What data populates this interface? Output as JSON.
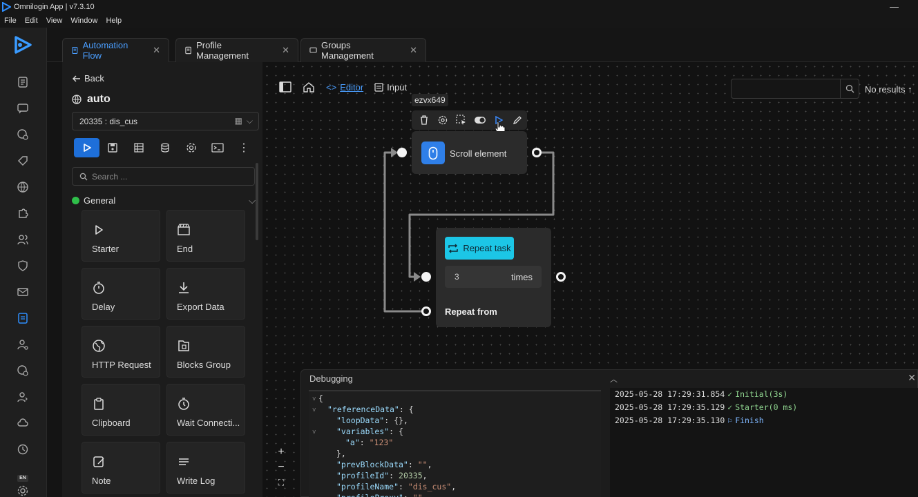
{
  "app": {
    "title": "Omnilogin App | v7.3.10"
  },
  "menu": [
    "File",
    "Edit",
    "View",
    "Window",
    "Help"
  ],
  "rail": {
    "language_badge": "EN"
  },
  "tabs": [
    {
      "label": "Automation Flow",
      "active": true
    },
    {
      "label": "Profile Management",
      "active": false
    },
    {
      "label": "Groups Management",
      "active": false
    }
  ],
  "sidebar": {
    "back_label": "Back",
    "workflow_name": "auto",
    "profile_select": "20335 : dis_cus",
    "search_placeholder": "Search ...",
    "category": "General",
    "blocks": [
      {
        "label": "Starter",
        "icon": "play-outline-icon"
      },
      {
        "label": "End",
        "icon": "clapper-icon"
      },
      {
        "label": "Delay",
        "icon": "stopwatch-icon"
      },
      {
        "label": "Export Data",
        "icon": "download-icon"
      },
      {
        "label": "HTTP Request",
        "icon": "globe-icon"
      },
      {
        "label": "Blocks Group",
        "icon": "blocks-group-icon"
      },
      {
        "label": "Clipboard",
        "icon": "clipboard-icon"
      },
      {
        "label": "Wait Connecti...",
        "icon": "timer-icon"
      },
      {
        "label": "Note",
        "icon": "note-icon"
      },
      {
        "label": "Write Log",
        "icon": "lines-icon"
      }
    ]
  },
  "canvas_toolbar": {
    "editor_label": "Editor",
    "input_label": "Input",
    "no_results": "No results"
  },
  "nodes": {
    "scroll": {
      "tag": "ezvx649",
      "label": "Scroll element"
    },
    "repeat": {
      "title": "Repeat task",
      "count": "3",
      "unit": "times",
      "from_label": "Repeat from"
    }
  },
  "debug": {
    "title": "Debugging",
    "json_lines": [
      {
        "indent": 0,
        "text": "{",
        "fold": true
      },
      {
        "indent": 1,
        "key": "\"referenceData\"",
        "rest": ": {",
        "fold": true
      },
      {
        "indent": 2,
        "key": "\"loopData\"",
        "rest": ": {},"
      },
      {
        "indent": 2,
        "key": "\"variables\"",
        "rest": ": {",
        "fold": true
      },
      {
        "indent": 3,
        "key": "\"a\"",
        "rest": ": ",
        "str": "\"123\""
      },
      {
        "indent": 2,
        "text": "},"
      },
      {
        "indent": 2,
        "key": "\"prevBlockData\"",
        "rest": ": ",
        "str": "\"\"",
        "tail": ","
      },
      {
        "indent": 2,
        "key": "\"profileId\"",
        "rest": ": ",
        "num": "20335",
        "tail": ","
      },
      {
        "indent": 2,
        "key": "\"profileName\"",
        "rest": ": ",
        "str": "\"dis_cus\"",
        "tail": ","
      },
      {
        "indent": 2,
        "key": "\"profileProxy\"",
        "rest": ": ",
        "str": "\"\"",
        "tail": ","
      }
    ],
    "logs": [
      {
        "time": "2025-05-28 17:29:31.854",
        "status": "ok",
        "text": "Initial(3s)"
      },
      {
        "time": "2025-05-28 17:29:35.129",
        "status": "ok",
        "text": "Starter(0 ms)"
      },
      {
        "time": "2025-05-28 17:29:35.130",
        "status": "finish",
        "text": "Finish"
      }
    ]
  },
  "colors": {
    "accent": "#1e6fd9",
    "repeat": "#1cc6e6",
    "node_icon": "#2f7fe8",
    "category_dot": "#2fbf4a"
  }
}
